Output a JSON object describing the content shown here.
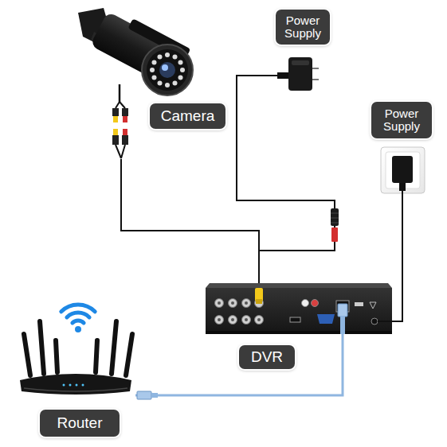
{
  "diagram": {
    "nodes": [
      {
        "text": [
          "Power Supply"
        ]
      },
      {
        "text": [
          "Camera"
        ]
      },
      {
        "text": [
          "Power Supply"
        ]
      },
      {
        "text": [
          "DVR"
        ]
      },
      {
        "text": [
          "Router"
        ]
      }
    ],
    "edges": [
      {
        "from": 1,
        "to": 3,
        "arrow": "none"
      },
      {
        "from": 0,
        "to": 1,
        "arrow": "none"
      },
      {
        "from": 2,
        "to": 3,
        "arrow": "none"
      },
      {
        "from": 4,
        "to": 3,
        "arrow": "none"
      }
    ]
  }
}
